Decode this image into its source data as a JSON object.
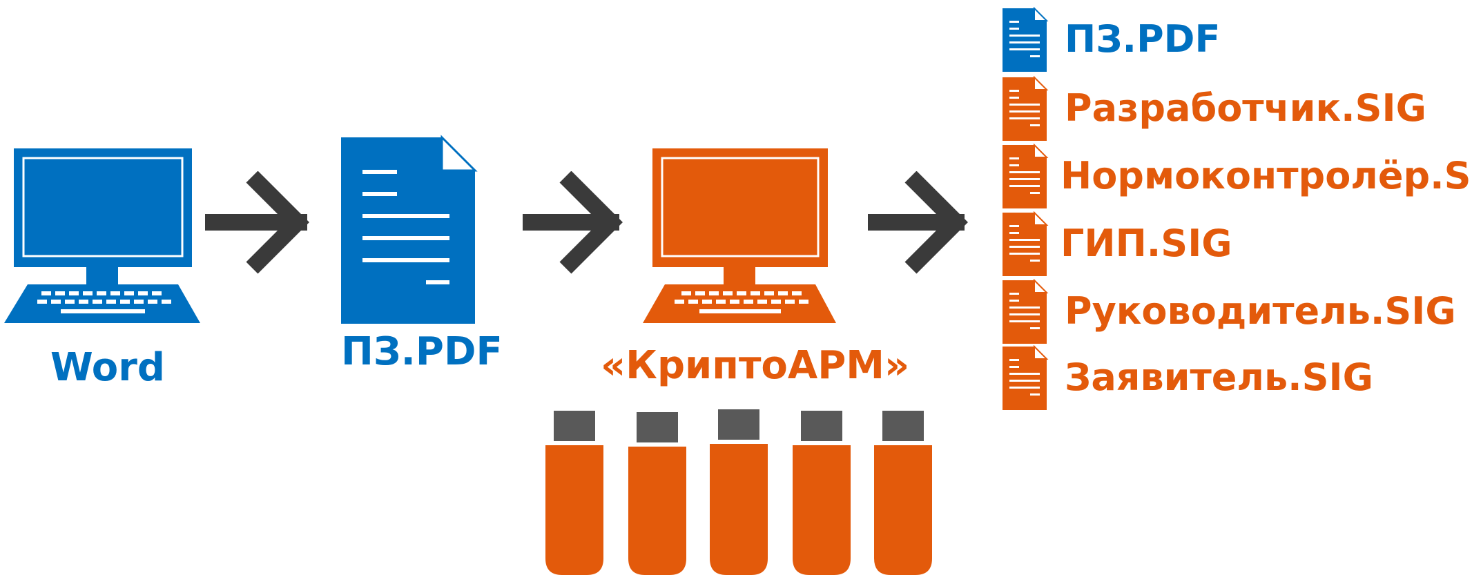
{
  "colors": {
    "blue": "#0070c0",
    "orange": "#e35a0b",
    "arrow": "#3a3a3a",
    "usb_cap": "#595959"
  },
  "steps": {
    "word": {
      "label": "Word",
      "icon": "computer-icon"
    },
    "pdf": {
      "label": "ПЗ.PDF",
      "icon": "document-icon"
    },
    "cryptoarm": {
      "label": "«КриптоАРМ»",
      "icon": "computer-icon"
    }
  },
  "usb_keys": [
    {
      "icon": "usb-key-icon"
    },
    {
      "icon": "usb-key-icon"
    },
    {
      "icon": "usb-key-icon"
    },
    {
      "icon": "usb-key-icon"
    },
    {
      "icon": "usb-key-icon"
    }
  ],
  "output_files": [
    {
      "label": "ПЗ.PDF",
      "color": "blue"
    },
    {
      "label": "Разработчик.SIG",
      "color": "orange"
    },
    {
      "label": "Нормоконтролёр.SIG",
      "color": "orange"
    },
    {
      "label": "ГИП.SIG",
      "color": "orange"
    },
    {
      "label": "Руководитель.SIG",
      "color": "orange"
    },
    {
      "label": "Заявитель.SIG",
      "color": "orange"
    }
  ]
}
